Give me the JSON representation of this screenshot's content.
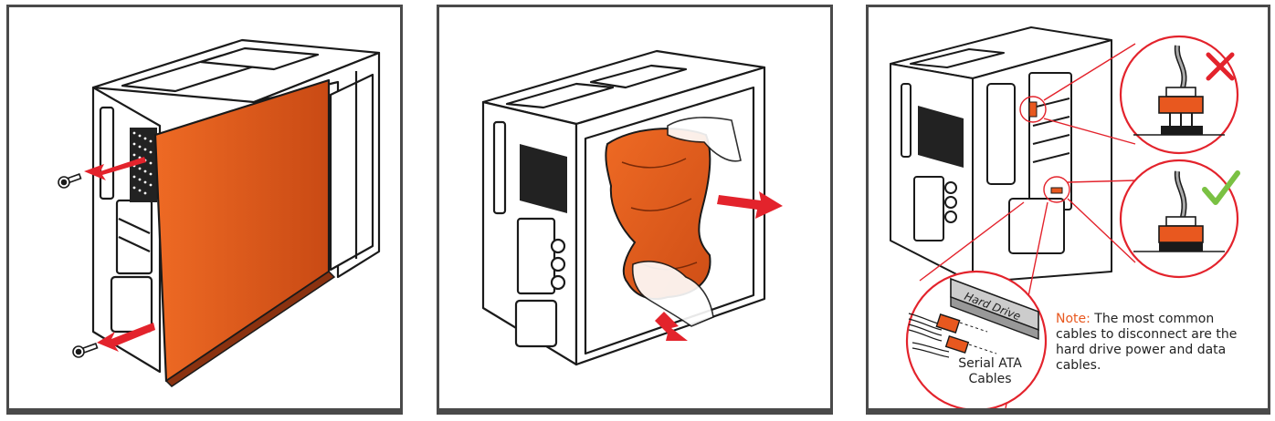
{
  "panels": [
    {
      "id": "remove-side-panel"
    },
    {
      "id": "remove-packing-foam"
    },
    {
      "id": "disconnect-cables"
    }
  ],
  "panel3": {
    "hard_drive_label": "Hard Drive",
    "sata_label_line1": "Serial ATA",
    "sata_label_line2": "Cables",
    "note_prefix": "Note:",
    "note_text": " The most common cables to disconnect are the hard drive power and data cables."
  },
  "colors": {
    "accent_orange": "#e8581f",
    "arrow_red": "#e3232c",
    "check_green": "#7ac143",
    "frame": "#4a4a4a"
  },
  "icons": [
    "screw-icon",
    "arrow-icon",
    "cross-icon",
    "check-icon",
    "hand-icon"
  ]
}
